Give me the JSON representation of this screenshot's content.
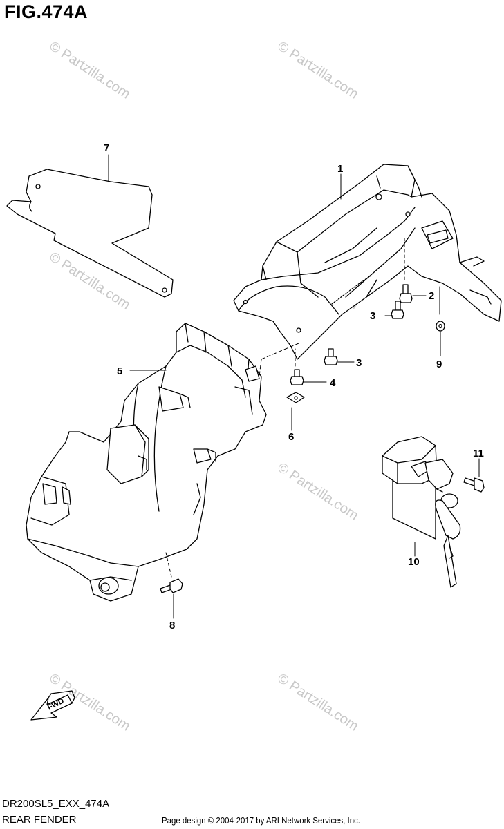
{
  "figure": {
    "title": "FIG.474A",
    "code": "DR200SL5_EXX_474A",
    "name": "REAR FENDER"
  },
  "footer": {
    "credit": "Page design © 2004-2017 by ARI Network Services, Inc."
  },
  "watermark": {
    "text": "© Partzilla.com",
    "color": "#c8c8c8"
  },
  "fwd_arrow": {
    "label": "FWD"
  },
  "callouts": [
    {
      "id": "1",
      "label": "1"
    },
    {
      "id": "2",
      "label": "2"
    },
    {
      "id": "3a",
      "label": "3"
    },
    {
      "id": "3b",
      "label": "3"
    },
    {
      "id": "4",
      "label": "4"
    },
    {
      "id": "5",
      "label": "5"
    },
    {
      "id": "6",
      "label": "6"
    },
    {
      "id": "7",
      "label": "7"
    },
    {
      "id": "8",
      "label": "8"
    },
    {
      "id": "9",
      "label": "9"
    },
    {
      "id": "10",
      "label": "10"
    },
    {
      "id": "11",
      "label": "11"
    }
  ]
}
